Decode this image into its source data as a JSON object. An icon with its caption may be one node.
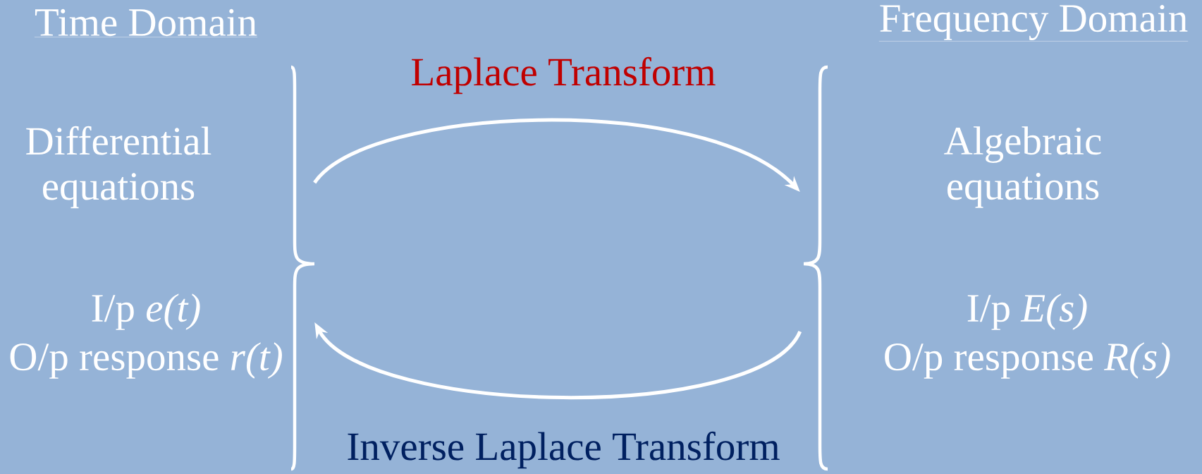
{
  "diagram": {
    "nodes": [
      {
        "text": [
          "Time Domain",
          "Differential equations",
          "I/p *e(t)*",
          "O/p response *r(t)*"
        ]
      },
      {
        "text": [
          "Frequency Domain",
          "Algebraic equations",
          "I/p *E(s)*",
          "O/p response *R(s)*"
        ]
      }
    ],
    "edges": [
      {
        "from": 0,
        "to": 1,
        "arrow": "to",
        "label": "Laplace Transform"
      },
      {
        "from": 1,
        "to": 0,
        "arrow": "to",
        "label": "Inverse Laplace Transform"
      }
    ]
  }
}
